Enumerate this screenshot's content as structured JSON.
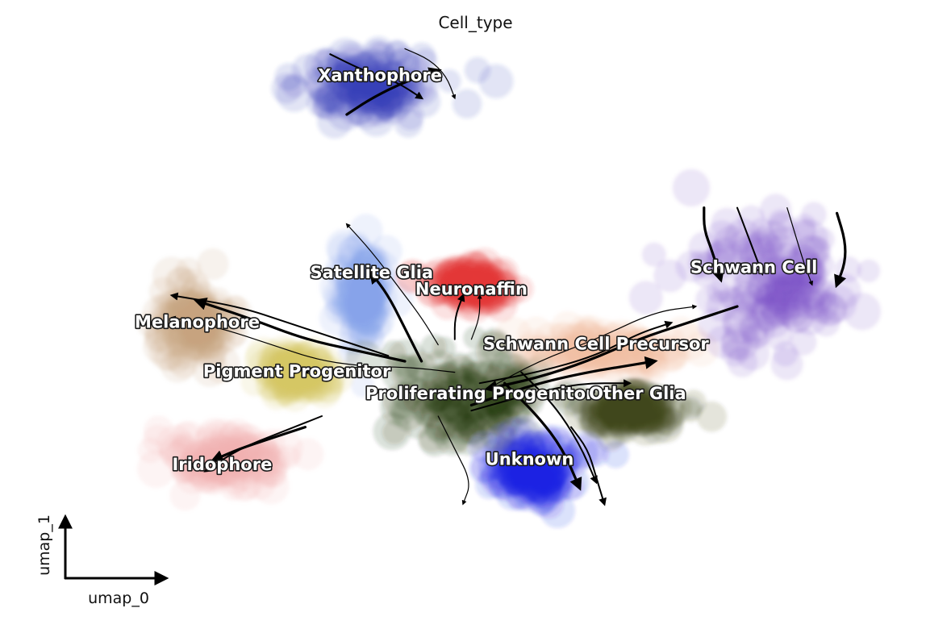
{
  "chart_data": {
    "type": "scatter",
    "title": "Cell_type",
    "xlabel": "umap_0",
    "ylabel": "umap_1",
    "grid": false,
    "legend": "on data",
    "overlay": "velocity streamlines",
    "xlim": [
      0,
      100
    ],
    "ylim": [
      0,
      100
    ],
    "clusters": [
      {
        "name": "Xanthophore",
        "color": "#3a3fb5",
        "center": [
          36,
          90
        ],
        "spread": [
          7,
          5
        ]
      },
      {
        "name": "Satellite Glia",
        "color": "#8aa2ea",
        "center": [
          35,
          52
        ],
        "spread": [
          2.2,
          7
        ]
      },
      {
        "name": "Neuronaffin",
        "color": "#e0393a",
        "center": [
          48,
          54
        ],
        "spread": [
          4,
          3
        ]
      },
      {
        "name": "Melanophore",
        "color": "#c9a47c",
        "center": [
          15,
          47
        ],
        "spread": [
          4,
          6
        ]
      },
      {
        "name": "Pigment Progenitor",
        "color": "#d6c361",
        "center": [
          27,
          38
        ],
        "spread": [
          3.5,
          3
        ]
      },
      {
        "name": "Iridophore",
        "color": "#f0b3b1",
        "center": [
          18,
          22
        ],
        "spread": [
          7,
          4
        ]
      },
      {
        "name": "Proliferating Progenitor",
        "color": "#1f3200",
        "center": [
          48,
          34
        ],
        "spread": [
          8,
          8
        ]
      },
      {
        "name": "Schwann Cell Precursor",
        "color": "#eec0a6",
        "center": [
          64,
          42
        ],
        "spread": [
          8,
          3
        ]
      },
      {
        "name": "Other Glia",
        "color": "#3d4a1a",
        "center": [
          67,
          31
        ],
        "spread": [
          5,
          3
        ]
      },
      {
        "name": "Unknown",
        "color": "#1a20e0",
        "center": [
          56,
          20
        ],
        "spread": [
          5,
          5
        ]
      },
      {
        "name": "Schwann Cell",
        "color": "#7a4fc9",
        "center": [
          84,
          55
        ],
        "spread": [
          8,
          10
        ]
      }
    ],
    "labels": [
      {
        "text": "Xanthophore",
        "x": 37,
        "y": 92
      },
      {
        "text": "Satellite Glia",
        "x": 36,
        "y": 56
      },
      {
        "text": "Neuronaffin",
        "x": 48,
        "y": 53
      },
      {
        "text": "Melanophore",
        "x": 15,
        "y": 47
      },
      {
        "text": "Pigment Progenitor",
        "x": 27,
        "y": 38
      },
      {
        "text": "Iridophore",
        "x": 18,
        "y": 21
      },
      {
        "text": "Proliferating Progenitor",
        "x": 49,
        "y": 34
      },
      {
        "text": "Schwann Cell Precursor",
        "x": 63,
        "y": 43
      },
      {
        "text": "Other Glia",
        "x": 68,
        "y": 34
      },
      {
        "text": "Unknown",
        "x": 55,
        "y": 22
      },
      {
        "text": "Schwann Cell",
        "x": 82,
        "y": 57
      }
    ],
    "streams": [
      [
        [
          80,
          50
        ],
        [
          74,
          47
        ],
        [
          68,
          44
        ],
        [
          62,
          40
        ],
        [
          56,
          37
        ],
        [
          50,
          35
        ]
      ],
      [
        [
          49,
          36
        ],
        [
          56,
          38
        ],
        [
          63,
          41
        ],
        [
          68,
          45
        ],
        [
          72,
          47
        ]
      ],
      [
        [
          50,
          35
        ],
        [
          56,
          40
        ],
        [
          63,
          44
        ],
        [
          70,
          49
        ],
        [
          75,
          50
        ]
      ],
      [
        [
          48,
          32
        ],
        [
          56,
          36
        ],
        [
          62,
          38
        ],
        [
          66,
          39
        ],
        [
          70,
          40
        ]
      ],
      [
        [
          48,
          31
        ],
        [
          55,
          34
        ],
        [
          61,
          36
        ],
        [
          67,
          36
        ]
      ],
      [
        [
          46,
          38
        ],
        [
          40,
          39
        ],
        [
          34,
          39
        ],
        [
          28,
          38
        ]
      ],
      [
        [
          40,
          40
        ],
        [
          34,
          42
        ],
        [
          28,
          44
        ],
        [
          21,
          48
        ],
        [
          15,
          51
        ]
      ],
      [
        [
          38,
          41
        ],
        [
          32,
          44
        ],
        [
          26,
          47
        ],
        [
          20,
          50
        ],
        [
          12,
          52
        ]
      ],
      [
        [
          36,
          39
        ],
        [
          30,
          40
        ],
        [
          24,
          43
        ],
        [
          18,
          46
        ],
        [
          12,
          48
        ]
      ],
      [
        [
          28,
          28
        ],
        [
          24,
          26
        ],
        [
          20,
          24
        ],
        [
          17,
          22
        ]
      ],
      [
        [
          30,
          30
        ],
        [
          25,
          27
        ],
        [
          20,
          24
        ],
        [
          16,
          20
        ]
      ],
      [
        [
          44,
          43
        ],
        [
          42,
          48
        ],
        [
          39,
          54
        ],
        [
          36,
          60
        ],
        [
          33,
          65
        ]
      ],
      [
        [
          42,
          40
        ],
        [
          40,
          46
        ],
        [
          38,
          52
        ],
        [
          36,
          56
        ]
      ],
      [
        [
          46,
          44
        ],
        [
          46,
          48
        ],
        [
          47,
          52
        ]
      ],
      [
        [
          48,
          44
        ],
        [
          49,
          48
        ],
        [
          49,
          52
        ]
      ],
      [
        [
          52,
          36
        ],
        [
          56,
          30
        ],
        [
          59,
          24
        ],
        [
          61,
          17
        ]
      ],
      [
        [
          54,
          38
        ],
        [
          58,
          32
        ],
        [
          61,
          25
        ],
        [
          63,
          18
        ]
      ],
      [
        [
          44,
          30
        ],
        [
          46,
          24
        ],
        [
          48,
          18
        ],
        [
          47,
          14
        ]
      ],
      [
        [
          76,
          68
        ],
        [
          76,
          64
        ],
        [
          77,
          60
        ],
        [
          78,
          55
        ]
      ],
      [
        [
          80,
          68
        ],
        [
          81,
          64
        ],
        [
          82,
          60
        ],
        [
          83,
          56
        ]
      ],
      [
        [
          86,
          68
        ],
        [
          87,
          63
        ],
        [
          88,
          58
        ],
        [
          89,
          54
        ]
      ],
      [
        [
          92,
          67
        ],
        [
          93,
          62
        ],
        [
          93,
          58
        ],
        [
          92,
          54
        ]
      ],
      [
        [
          31,
          96
        ],
        [
          35,
          93
        ],
        [
          39,
          91
        ],
        [
          42,
          88
        ]
      ],
      [
        [
          40,
          97
        ],
        [
          43,
          95
        ],
        [
          45,
          92
        ],
        [
          46,
          88
        ]
      ],
      [
        [
          33,
          85
        ],
        [
          36,
          88
        ],
        [
          40,
          91
        ],
        [
          44,
          93
        ]
      ],
      [
        [
          60,
          28
        ],
        [
          62,
          24
        ],
        [
          63,
          19
        ],
        [
          64,
          14
        ]
      ]
    ]
  }
}
